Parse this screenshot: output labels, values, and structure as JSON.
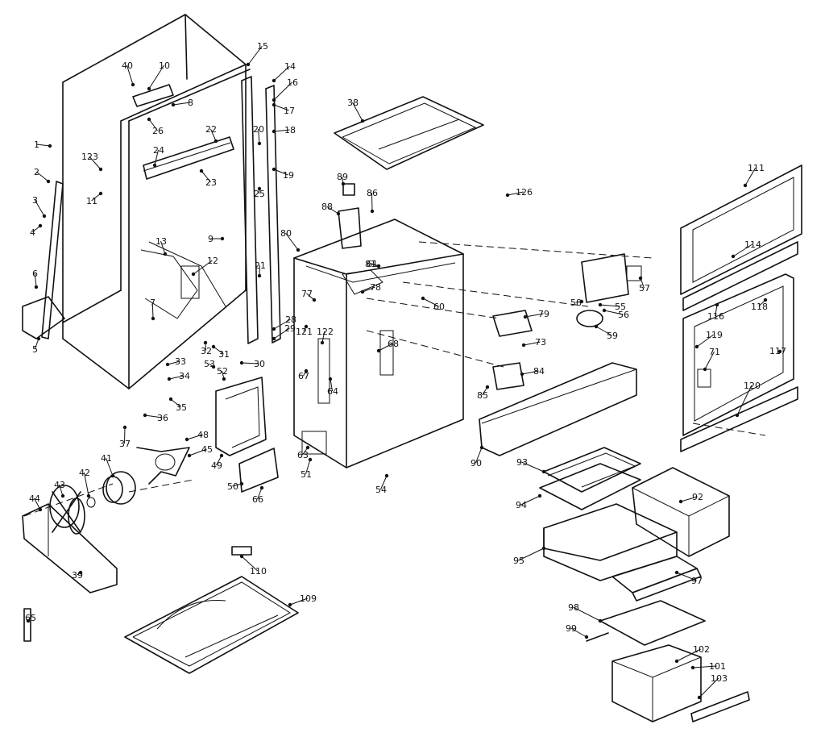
{
  "labels": [
    "1",
    "2",
    "3",
    "4",
    "5",
    "6",
    "7",
    "8",
    "9",
    "10",
    "11",
    "12",
    "13",
    "14",
    "15",
    "16",
    "17",
    "18",
    "19",
    "20",
    "21",
    "22",
    "23",
    "24",
    "25",
    "26",
    "28",
    "29",
    "30",
    "31",
    "32",
    "33",
    "34",
    "35",
    "36",
    "37",
    "38",
    "39",
    "40",
    "41",
    "42",
    "43",
    "44",
    "45",
    "48",
    "49",
    "50",
    "51",
    "52",
    "53",
    "54",
    "55",
    "56",
    "57",
    "58",
    "59",
    "60",
    "61",
    "63",
    "64",
    "65",
    "66",
    "67",
    "68",
    "71",
    "73",
    "77",
    "78",
    "79",
    "80",
    "81",
    "84",
    "85",
    "86",
    "88",
    "89",
    "90",
    "92",
    "93",
    "94",
    "95",
    "97",
    "98",
    "99",
    "101",
    "102",
    "103",
    "109",
    "110",
    "111",
    "114",
    "116",
    "117",
    "118",
    "119",
    "120",
    "121",
    "122",
    "123",
    "126"
  ]
}
